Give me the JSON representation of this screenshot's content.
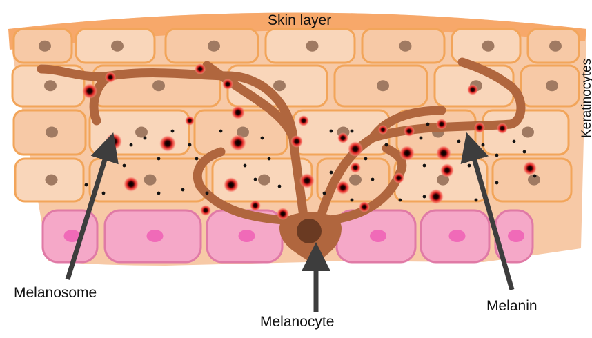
{
  "labels": {
    "skin_layer": "Skin layer",
    "keratinocytes": "Keratinocytes",
    "melanosome": "Melanosome",
    "melanocyte": "Melanocyte",
    "melanin": "Melanin"
  },
  "colors": {
    "top_layer": "#f7a86a",
    "keratinocyte_fill": "#f7c9a6",
    "keratinocyte_fill_light": "#f9d6ba",
    "cell_border": "#f2a55a",
    "nucleus": "#a07a62",
    "melanocyte_body": "#b0663e",
    "melanocyte_nucleus": "#6a3a22",
    "melanosome_red": "#e02626",
    "melanin_dot": "#111111",
    "basal_cell_fill": "#f5a8c8",
    "basal_cell_border": "#e07aa6",
    "basal_nucleus": "#f06ab8",
    "arrow": "#3d3d3d"
  }
}
